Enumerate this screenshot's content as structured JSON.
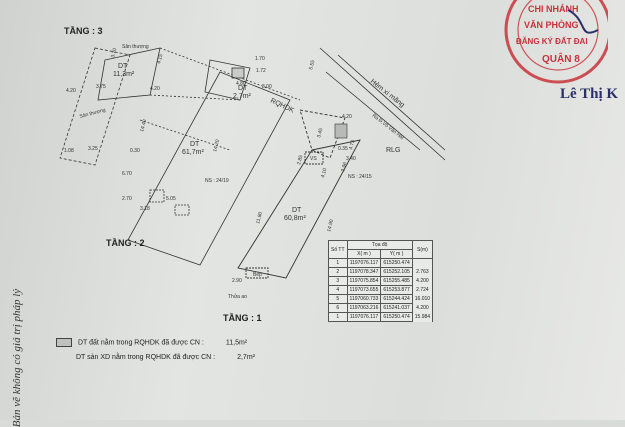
{
  "floors": {
    "f3": "TẦNG : 3",
    "f2": "TẦNG : 2",
    "f1": "TẦNG : 1"
  },
  "plan": {
    "balcony_label": "Sân thượng",
    "area_f3_main": "DT\n11,3m²",
    "area_f3_small": "DT\n2,7m²",
    "area_f2": "DT\n61,7m²",
    "area_f1": "DT\n60,8m²",
    "road_label": "RQHDK",
    "alley_label": "Hẻm xi măng",
    "alley_sub": "Ra Đ.Võ Văn Hát",
    "rlg_label": "RLG",
    "ns_left": "NS : 24/19",
    "ns_right": "NS : 24/15",
    "stair_label": "Bếp",
    "vs_label": "VS",
    "steps_label": "Thửa ao",
    "dims": [
      "3.70",
      "4.15",
      "3.75",
      "4.20",
      "1.70",
      "1.72",
      "4.80",
      "3.00",
      "5.55",
      "14.40",
      "14.20",
      "11.80",
      "4.20",
      "3.40",
      "2.85",
      "4.10",
      "4.73",
      "0.35",
      "3.96",
      "3.45",
      "14.90",
      "2.90",
      "2.70",
      "4.20",
      "3.25",
      "0.30",
      "1.08",
      "3.18",
      "5.05",
      "6.70"
    ]
  },
  "coords_table": {
    "header_no": "Số\nTT",
    "header_coord": "Tọa độ",
    "header_x": "X( m )",
    "header_y": "Y( m )",
    "header_len": "S(m)",
    "rows": [
      {
        "no": "1",
        "x": "1197076.117",
        "y": "615250.474"
      },
      {
        "no": "2",
        "x": "1197078.347",
        "y": "615252.105"
      },
      {
        "no": "3",
        "x": "1197075.854",
        "y": "615255.485"
      },
      {
        "no": "4",
        "x": "1197073.655",
        "y": "615253.877"
      },
      {
        "no": "5",
        "x": "1197060.733",
        "y": "615244.424"
      },
      {
        "no": "6",
        "x": "1197063.216",
        "y": "615241.037"
      },
      {
        "no": "1",
        "x": "1197076.117",
        "y": "615250.474"
      }
    ],
    "lengths": [
      "2.763",
      "4.200",
      "2.724",
      "16.010",
      "4.200",
      "15.984"
    ]
  },
  "legend": {
    "line1_label": "DT đất nằm trong RQHDK đã được CN :",
    "line1_value": "11,5m²",
    "line2_label": "DT sàn XD nằm trong RQHDK đã được CN :",
    "line2_value": "2,7m²"
  },
  "seal": {
    "text_top": "CHI NHÁNH",
    "text_mid1": "VĂN PHÒNG",
    "text_mid2": "ĐĂNG KÝ ĐẤT ĐAI",
    "text_bot": "QUẬN 8",
    "signature": "Lê Thị K"
  },
  "margin_note": "Bản vẽ không có giá trị pháp lý"
}
